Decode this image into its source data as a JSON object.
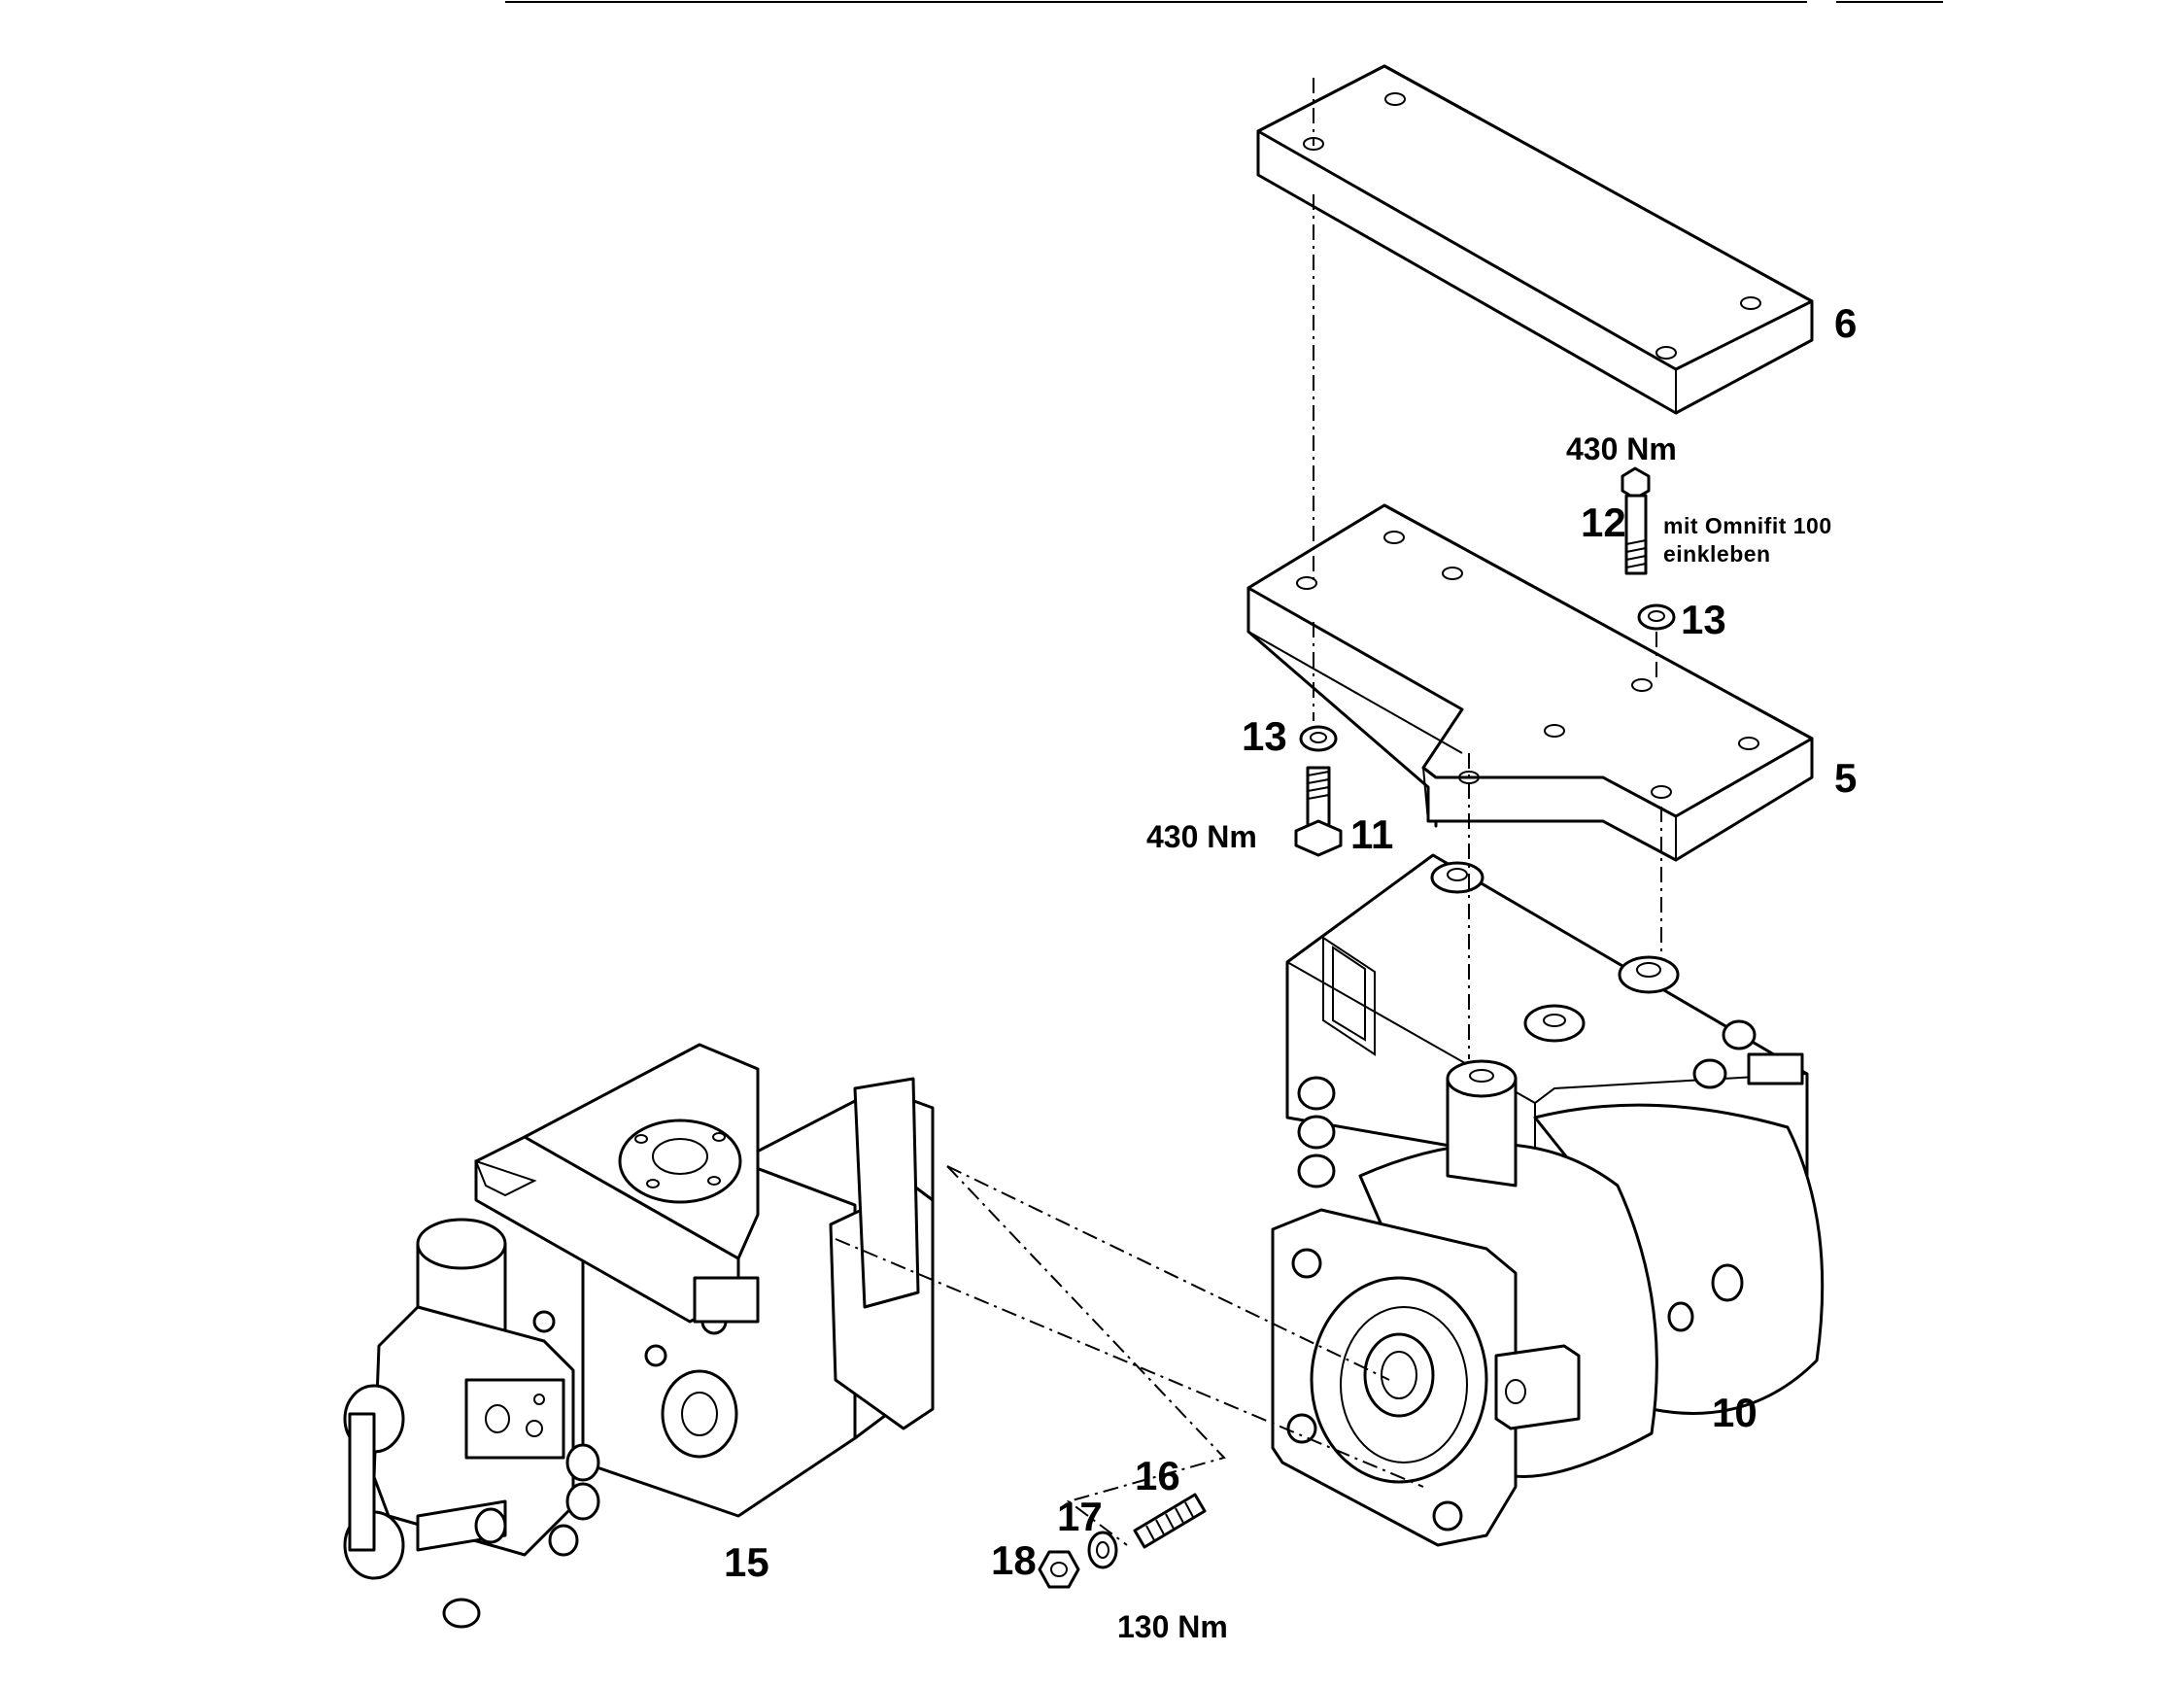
{
  "labels": {
    "part_6": "6",
    "part_5": "5",
    "part_12": "12",
    "part_13_top": "13",
    "part_13_left": "13",
    "part_11": "11",
    "part_10": "10",
    "part_15": "15",
    "part_16": "16",
    "part_17": "17",
    "part_18": "18"
  },
  "torques": {
    "bolt_12": "430 Nm",
    "bolt_11": "430 Nm",
    "stud_16": "130 Nm"
  },
  "notes": {
    "line1": "mit Omnifit 100",
    "line2": "einkleben"
  },
  "colors": {
    "line": "#000000",
    "background": "#ffffff"
  }
}
